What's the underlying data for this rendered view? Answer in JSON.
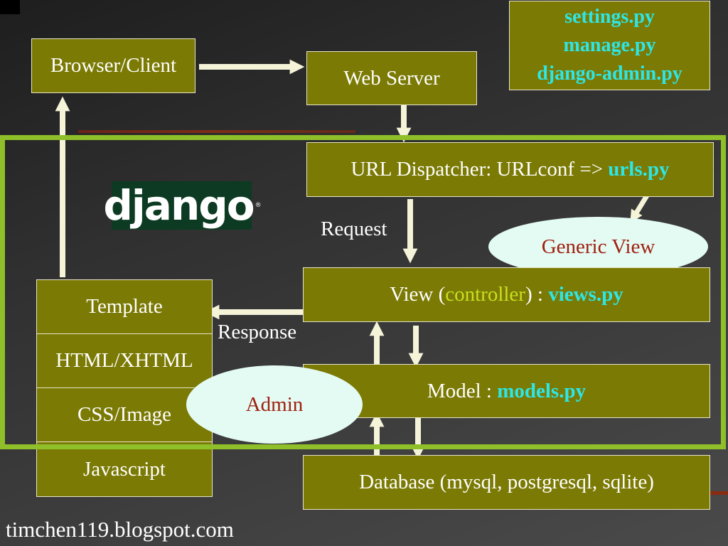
{
  "browser_client": "Browser/Client",
  "web_server": "Web Server",
  "settings_files": [
    "settings.py",
    "manage.py",
    "django-admin.py"
  ],
  "url_dispatcher": {
    "prefix": "URL Dispatcher: URLconf => ",
    "file": "urls.py"
  },
  "view": {
    "prefix": "View (",
    "role": "controller",
    "middle": ") : ",
    "file": "views.py"
  },
  "model": {
    "prefix": "Model : ",
    "file": "models.py"
  },
  "database": "Database (mysql, postgresql, sqlite)",
  "template_stack": [
    "Template",
    "HTML/XHTML",
    "CSS/Image",
    "Javascript"
  ],
  "generic_view": "Generic View",
  "admin": "Admin",
  "request_label": "Request",
  "response_label": "Response",
  "logo_text": "django",
  "logo_mark": "®",
  "footer": "timchen119.blogspot.com",
  "colors": {
    "box_fill": "#7b7a04",
    "frame": "#8fc02a",
    "file_highlight": "#2de6e6",
    "controller_highlight": "#c8e020",
    "ellipse_fill": "#e4fbf4",
    "ellipse_text": "#a02010",
    "arrow": "#f5f3d8"
  }
}
